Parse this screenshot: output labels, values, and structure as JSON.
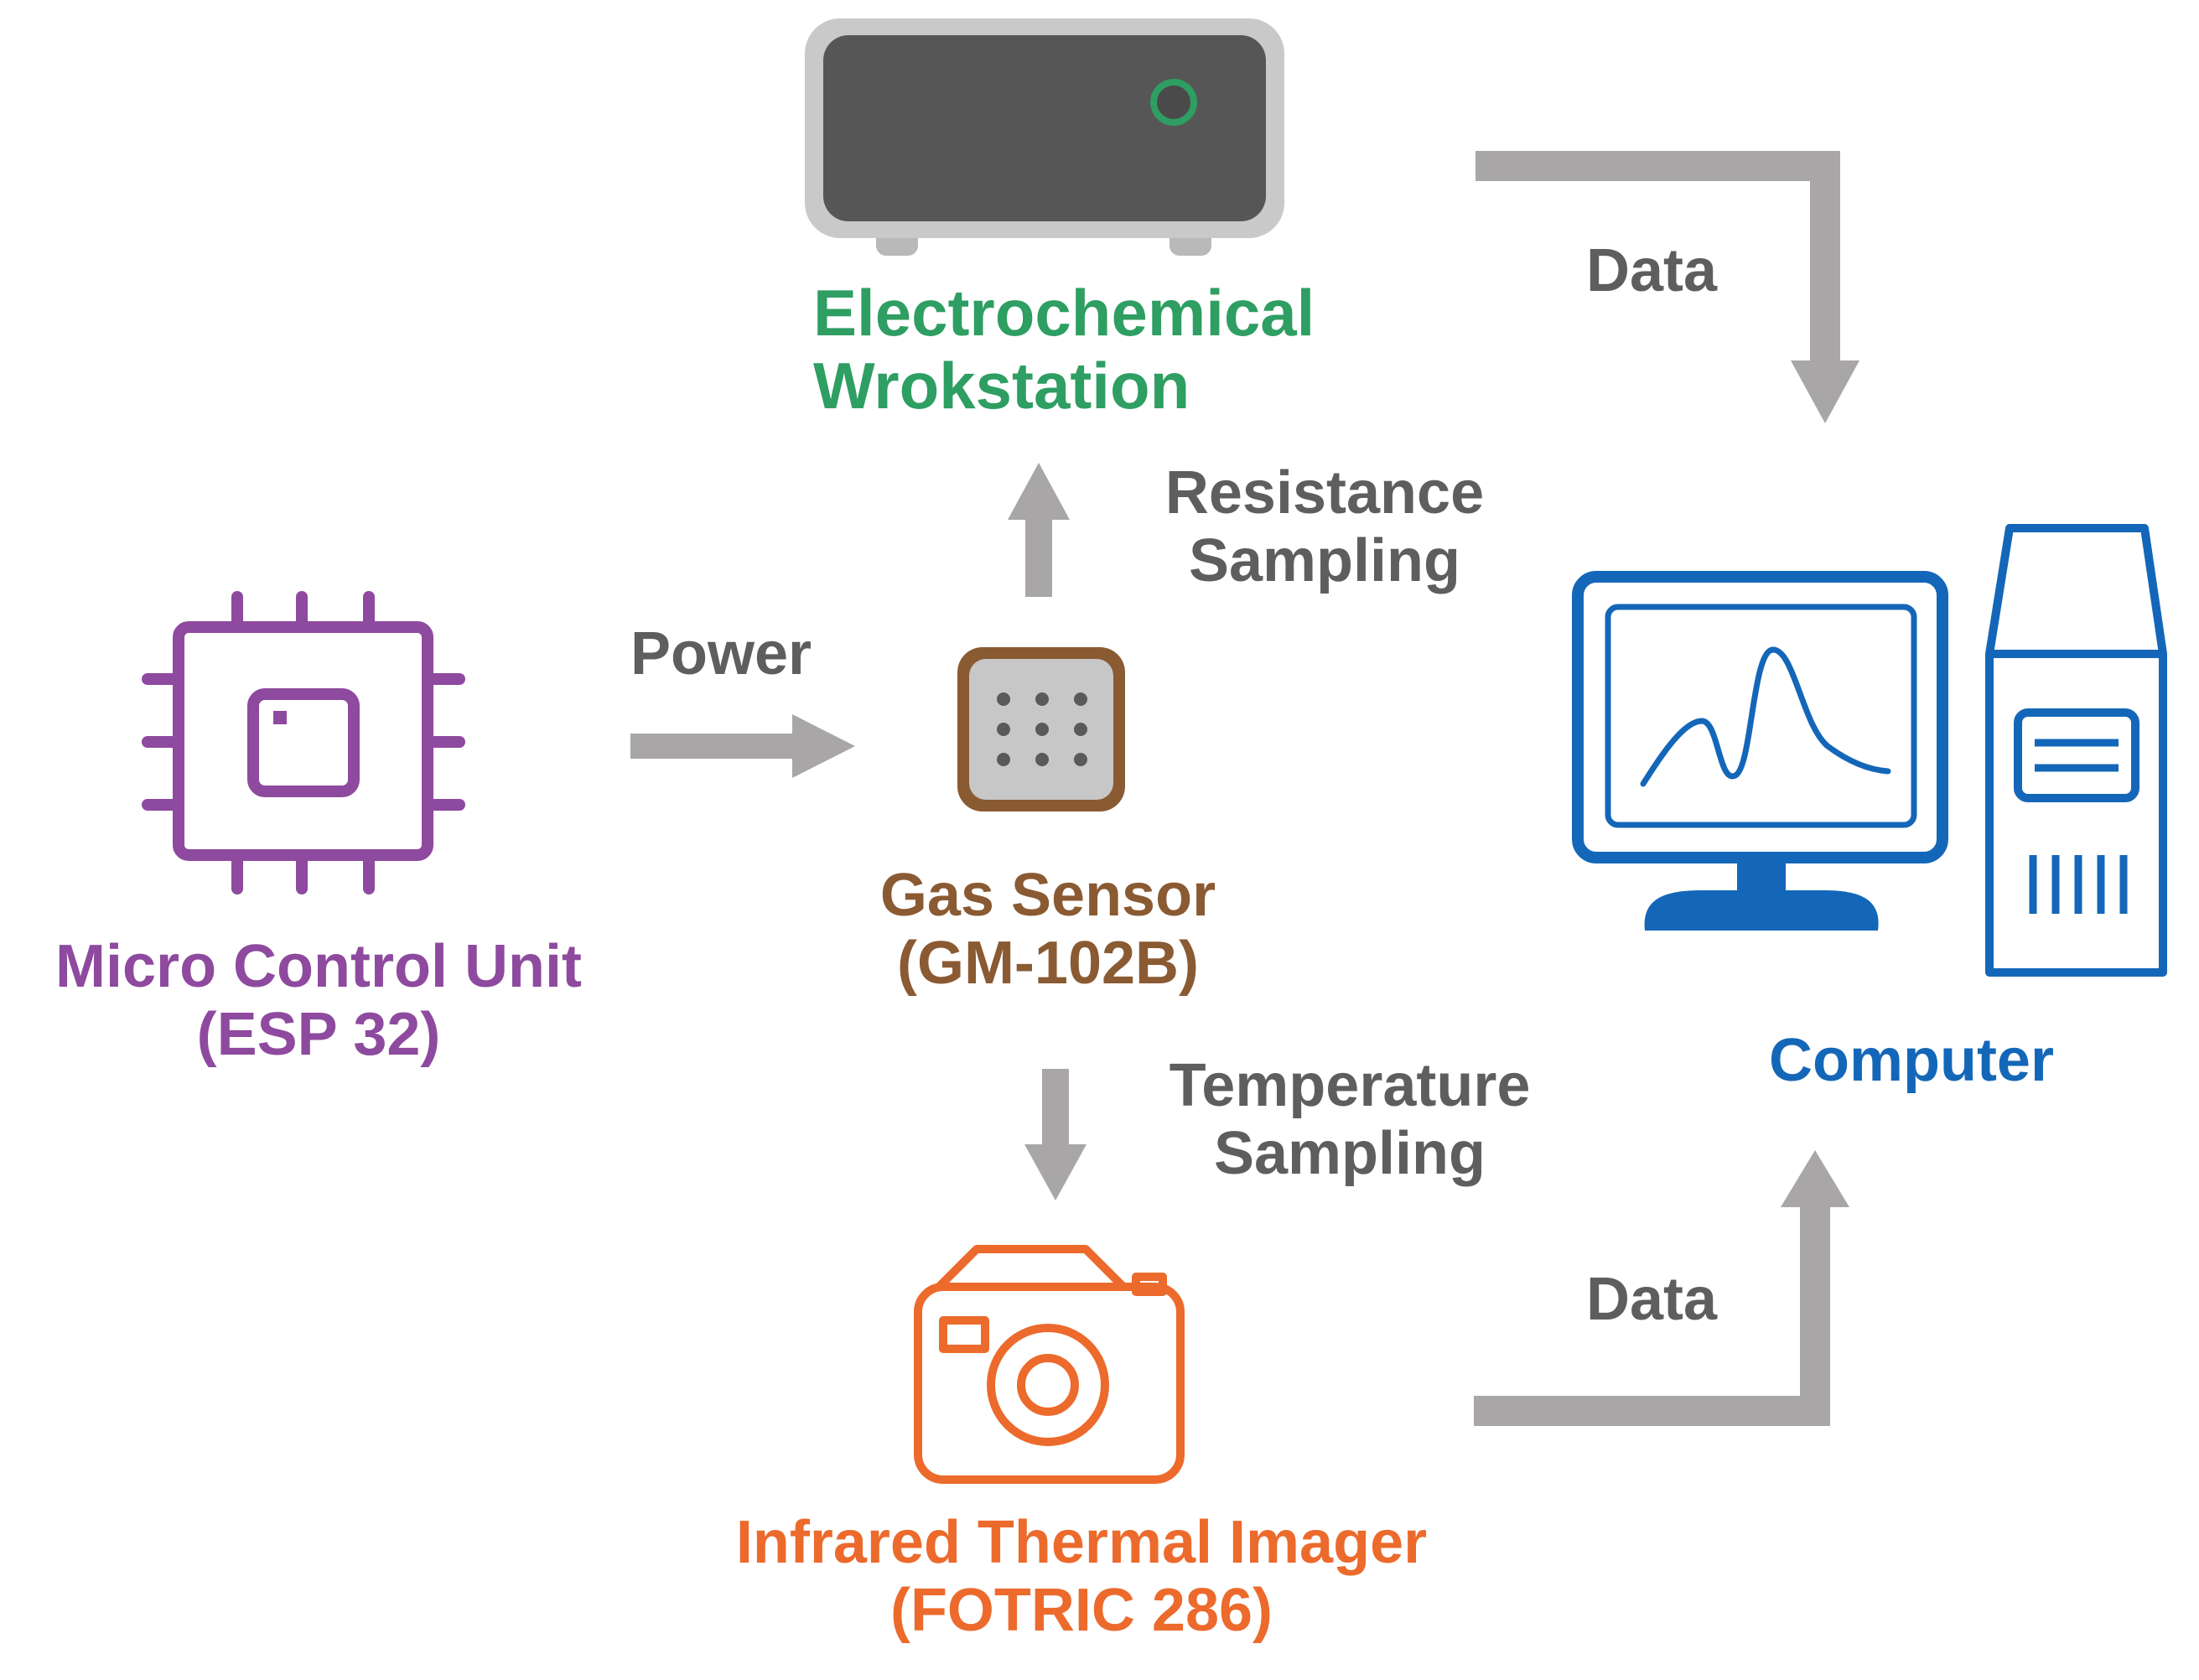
{
  "colors": {
    "workstation": "#2e9e62",
    "mcu": "#8e4a9e",
    "gas_sensor": "#8a5a32",
    "computer": "#1467b8",
    "imager": "#ec6a2c",
    "arrow": "#a8a6a6",
    "label": "#5e5e5e"
  },
  "nodes": {
    "workstation": {
      "icon": "electrochemical-workstation-icon",
      "lines": [
        "Electrochemical",
        "Wrokstation"
      ]
    },
    "mcu": {
      "icon": "microchip-icon",
      "lines": [
        "Micro Control Unit",
        "(ESP 32)"
      ]
    },
    "gas_sensor": {
      "icon": "gas-sensor-icon",
      "lines": [
        "Gas Sensor",
        "(GM-102B)"
      ]
    },
    "computer": {
      "icon": "computer-icon",
      "lines": [
        "Computer"
      ]
    },
    "imager": {
      "icon": "camera-icon",
      "lines": [
        "Infrared Thermal Imager",
        "(FOTRIC 286)"
      ]
    }
  },
  "edges": {
    "power": {
      "lines": [
        "Power"
      ]
    },
    "resistance": {
      "lines": [
        "Resistance",
        "Sampling"
      ]
    },
    "temperature": {
      "lines": [
        "Temperature",
        "Sampling"
      ]
    },
    "data_top": {
      "lines": [
        "Data"
      ]
    },
    "data_bottom": {
      "lines": [
        "Data"
      ]
    }
  }
}
